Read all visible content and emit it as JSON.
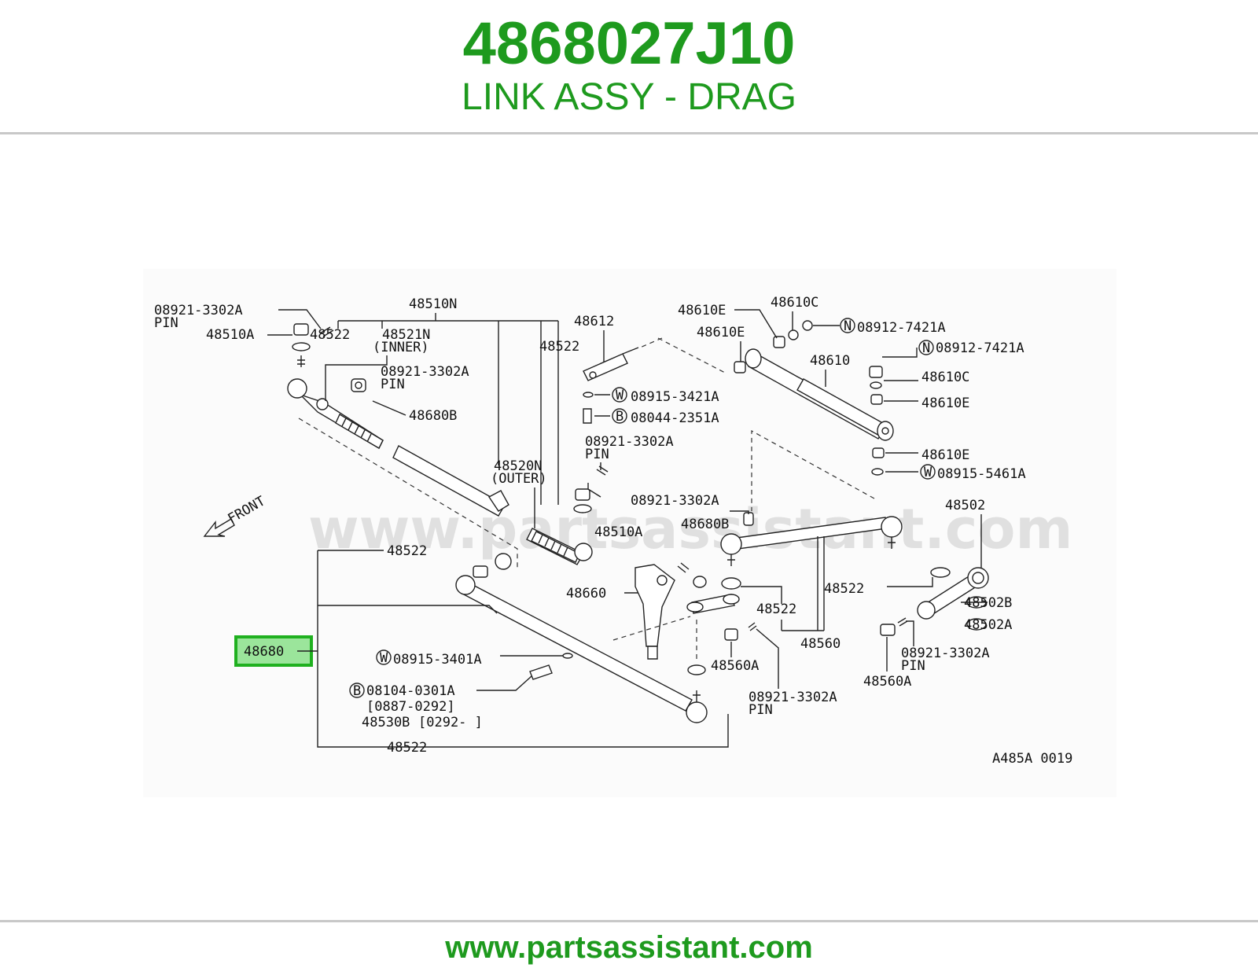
{
  "header": {
    "part_number": "4868027J10",
    "part_title": "LINK ASSY - DRAG"
  },
  "diagram": {
    "watermark": "www.partsassistant.com",
    "front_label": "FRONT",
    "drawing_code": "A485A 0019",
    "highlight_color": "#1fb01f",
    "highlight_fill": "#9be59b",
    "labels": {
      "pin_08921_top": "08921-3302A",
      "pin_word_top": "PIN",
      "l48510n": "48510N",
      "l48510a_top": "48510A",
      "l48522_a": "48522",
      "l48521n": "48521N",
      "l48521n_inner": "(INNER)",
      "pin_08921_2": "08921-3302A",
      "pin_word_2": "PIN",
      "l48680b_a": "48680B",
      "l48612": "48612",
      "l48522_b": "48522",
      "w08915_3421a": "08915-3421A",
      "b08044_2351a": "08044-2351A",
      "pin_08921_3": "08921-3302A",
      "pin_word_3": "PIN",
      "l48520n": "48520N",
      "l48520n_outer": "(OUTER)",
      "l48510a_b": "48510A",
      "l48610e_a": "48610E",
      "l48610c_a": "48610C",
      "n08912_a": "08912-7421A",
      "l48610e_b": "48610E",
      "l48610": "48610",
      "n08912_b": "08912-7421A",
      "l48610c_b": "48610C",
      "l48610e_c": "48610E",
      "l48610e_d": "48610E",
      "w08915_5461a": "08915-5461A",
      "pin_08921_4": "08921-3302A",
      "l48680b_b": "48680B",
      "l48502": "48502",
      "l48522_c": "48522",
      "l48660": "48660",
      "l48522_d": "48522",
      "l48522_e": "48522",
      "l48502b": "48502B",
      "l48502a": "48502A",
      "l48560": "48560",
      "pin_08921_5": "08921-3302A",
      "pin_word_5": "PIN",
      "l48560a_a": "48560A",
      "l48560a_b": "48560A",
      "pin_08921_6": "08921-3302A",
      "pin_word_6": "PIN",
      "l48680": "48680",
      "w08915_3401a": "08915-3401A",
      "b08104_0301a": "08104-0301A",
      "date_range_a": "[0887-0292]",
      "l48530b": "48530B",
      "date_range_b": "[0292-      ]",
      "l48522_f": "48522"
    },
    "badges": {
      "washer": "W",
      "bolt": "B",
      "nut": "N"
    }
  },
  "footer": {
    "url": "www.partsassistant.com"
  }
}
